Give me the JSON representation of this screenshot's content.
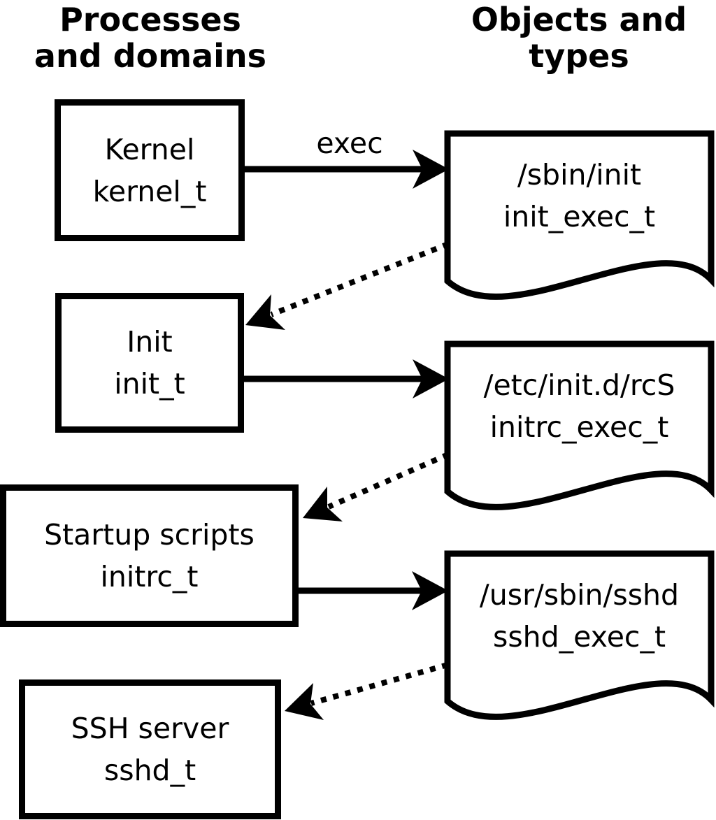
{
  "headers": {
    "left": {
      "line1": "Processes",
      "line2": "and domains"
    },
    "right": {
      "line1": "Objects and",
      "line2": "types"
    }
  },
  "process_boxes": [
    {
      "id": "kernel",
      "line1": "Kernel",
      "line2": "kernel_t"
    },
    {
      "id": "init",
      "line1": "Init",
      "line2": "init_t"
    },
    {
      "id": "startup-scripts",
      "line1": "Startup scripts",
      "line2": "initrc_t"
    },
    {
      "id": "ssh-server",
      "line1": "SSH server",
      "line2": "sshd_t"
    }
  ],
  "object_docs": [
    {
      "id": "sbin-init",
      "line1": "/sbin/init",
      "line2": "init_exec_t"
    },
    {
      "id": "etc-initd-rcs",
      "line1": "/etc/init.d/rcS",
      "line2": "initrc_exec_t"
    },
    {
      "id": "usr-sbin-sshd",
      "line1": "/usr/sbin/sshd",
      "line2": "sshd_exec_t"
    }
  ],
  "edge_labels": {
    "exec": "exec"
  },
  "colors": {
    "foreground": "#000000",
    "background": "#ffffff"
  }
}
